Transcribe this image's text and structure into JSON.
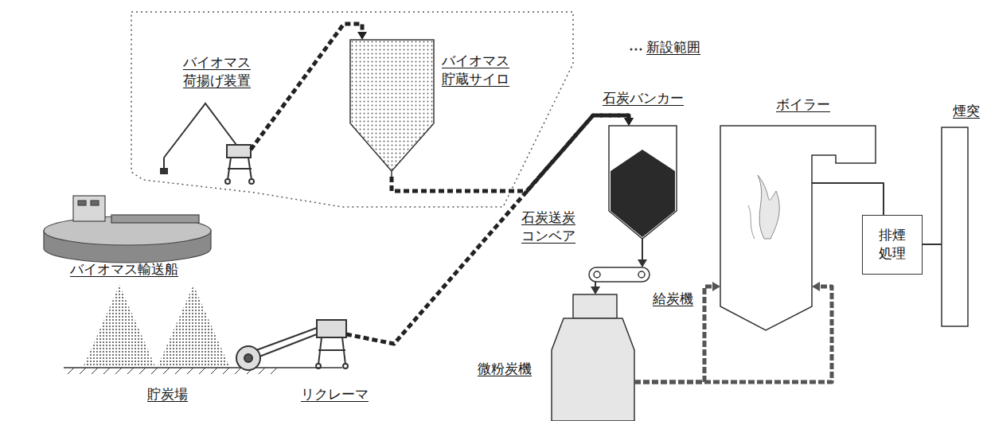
{
  "diagram": {
    "nodes": [
      {
        "text": [
          "バイオマス荷揚げ装置"
        ]
      },
      {
        "text": [
          "バイオマス貯蔵サイロ"
        ]
      },
      {
        "text": [
          "石炭バンカー"
        ]
      },
      {
        "text": [
          "ボイラー"
        ]
      },
      {
        "text": [
          "煙突"
        ]
      },
      {
        "text": [
          "バイオマス輸送船"
        ]
      },
      {
        "text": [
          "給炭機"
        ]
      },
      {
        "text": [
          "排煙処理"
        ]
      },
      {
        "text": [
          "微粉炭機"
        ]
      },
      {
        "text": [
          "貯炭場"
        ]
      },
      {
        "text": [
          "リクレーマ"
        ]
      }
    ],
    "edges": [
      {
        "from": 0,
        "to": 1,
        "arrow": "to"
      },
      {
        "from": 1,
        "to": 2,
        "arrow": "to"
      },
      {
        "from": 10,
        "to": 2,
        "label": "石炭送炭コンベア",
        "arrow": "to"
      },
      {
        "from": 2,
        "to": 6,
        "arrow": "to"
      },
      {
        "from": 6,
        "to": 8,
        "arrow": "to"
      },
      {
        "from": 8,
        "to": 3,
        "arrow": "to"
      },
      {
        "from": 8,
        "to": 3,
        "arrow": "to"
      },
      {
        "from": 3,
        "to": 7,
        "arrow": "none"
      },
      {
        "from": 7,
        "to": 4,
        "arrow": "none"
      }
    ],
    "legend": [
      {
        "text": "新設範囲"
      }
    ]
  }
}
